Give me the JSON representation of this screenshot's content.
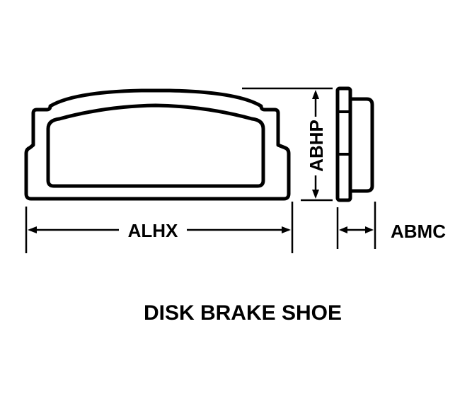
{
  "diagram": {
    "caption": "DISK BRAKE SHOE",
    "dimensions": {
      "length": "ALHX",
      "height": "ABHP",
      "thickness": "ABMC"
    }
  }
}
